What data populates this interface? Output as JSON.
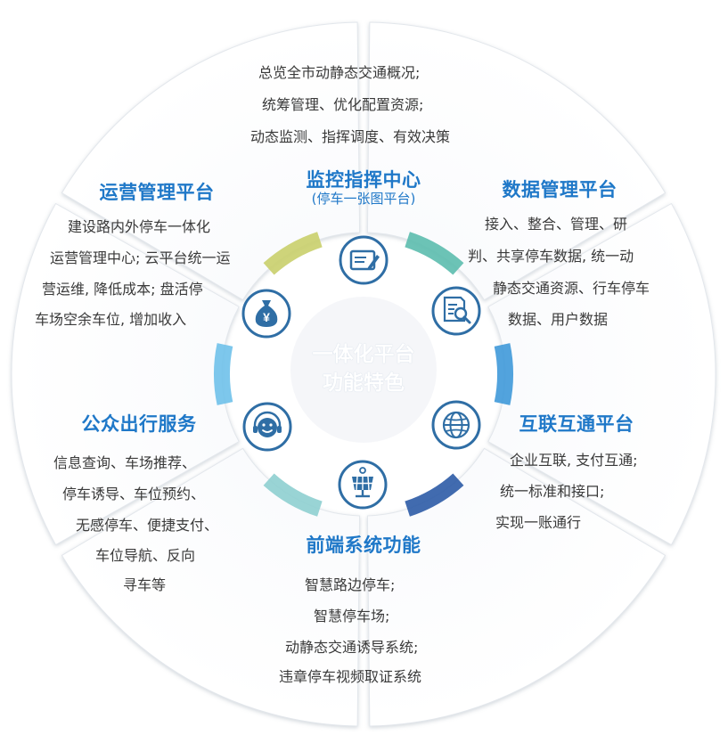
{
  "colors": {
    "title": "#1f78c8",
    "body_text": "#3a3a3a",
    "icon_ring": "#2f6ea5",
    "arc_yellow": "#c9cf6b",
    "arc_teal": "#5cbcae",
    "arc_blue": "#3f99d9",
    "arc_navy": "#2c5ba6",
    "arc_mint": "#8ecfd0",
    "arc_sky": "#6fc1ea"
  },
  "center": {
    "lines": [
      "一体化平台",
      "功能特色"
    ]
  },
  "segments": [
    {
      "key": "monitor",
      "title": "监控指挥中心",
      "subtitle": "(停车一张图平台)",
      "icon": "edit-document-icon",
      "lines": [
        "总览全市动静态交通概况;",
        "统筹管理、优化配置资源;",
        "动态监测、指挥调度、有效决策"
      ]
    },
    {
      "key": "data",
      "title": "数据管理平台",
      "icon": "data-search-icon",
      "lines": [
        "接入、整合、管理、研",
        "判、共享停车数据, 统一动",
        "静态交通资源、行车停车",
        "数据、用户数据"
      ]
    },
    {
      "key": "interconnect",
      "title": "互联互通平台",
      "icon": "globe-icon",
      "lines": [
        "企业互联, 支付互通;",
        "统一标准和接口;",
        "实现一账通行"
      ]
    },
    {
      "key": "frontend",
      "title": "前端系统功能",
      "icon": "solar-panel-icon",
      "lines": [
        "智慧路边停车;",
        "智慧停车场;",
        "动静态交通诱导系统;",
        "违章停车视频取证系统"
      ]
    },
    {
      "key": "public",
      "title": "公众出行服务",
      "icon": "headset-smiley-icon",
      "lines": [
        "信息查询、车场推荐、",
        "停车诱导、车位预约、",
        "无感停车、便捷支付、",
        "车位导航、反向",
        "寻车等"
      ]
    },
    {
      "key": "operation",
      "title": "运营管理平台",
      "icon": "money-bag-icon",
      "lines": [
        "建设路内外停车一体化",
        "运营管理中心; 云平台统一运",
        "营运维, 降低成本; 盘活停",
        "车场空余车位, 增加收入"
      ]
    }
  ]
}
